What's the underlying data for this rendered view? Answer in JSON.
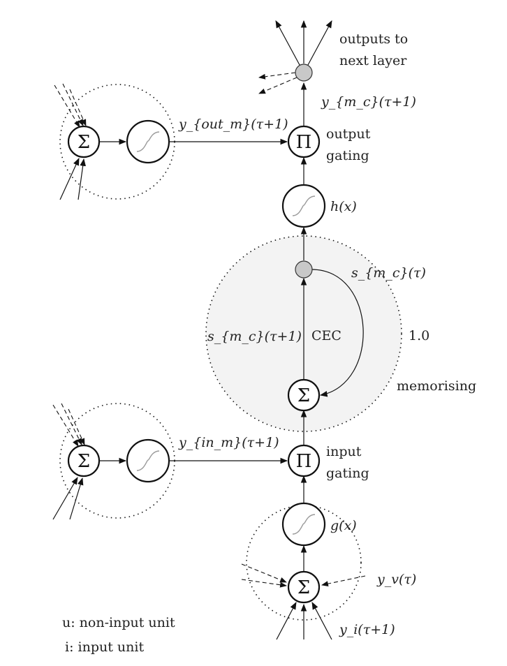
{
  "labels": {
    "outputs_line1": "outputs to",
    "outputs_line2": "next layer",
    "y_mc": "y_{m_c}(τ+1)",
    "y_out": "y_{out_m}(τ+1)",
    "output_gating_line1": "output",
    "output_gating_line2": "gating",
    "h_x": "h(x)",
    "s_mc_tau": "s_{m_c}(τ)",
    "s_mc_tau1": "s_{m_c}(τ+1)",
    "cec": "CEC",
    "weight": "1.0",
    "memorising": "memorising",
    "y_in": "y_{in_m}(τ+1)",
    "input_gating_line1": "input",
    "input_gating_line2": "gating",
    "g_x": "g(x)",
    "y_v": "y_v(τ)",
    "y_i": "y_i(τ+1)",
    "legend_u": "u: non-input unit",
    "legend_i": "i: input unit"
  },
  "symbols": {
    "sum": "Σ",
    "product": "Π"
  },
  "colors": {
    "memory_cell_fill": "#f3f3f3",
    "connection_dot": "#c8c8c8",
    "stroke": "#111111"
  }
}
